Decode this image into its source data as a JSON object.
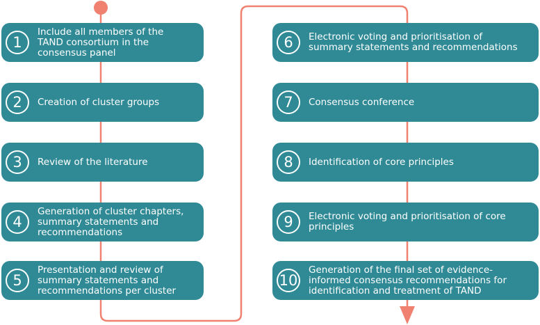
{
  "colors": {
    "box": "#2f8a96",
    "connector": "#f08070",
    "text": "#ffffff"
  },
  "steps": [
    {
      "num": "1",
      "text": "Include all members of the\nTAND consortium in the\nconsensus panel"
    },
    {
      "num": "2",
      "text": "Creation of cluster groups"
    },
    {
      "num": "3",
      "text": "Review of the literature"
    },
    {
      "num": "4",
      "text": "Generation of cluster chapters,\nsummary statements and\nrecommendations"
    },
    {
      "num": "5",
      "text": "Presentation and review of\nsummary statements and\nrecommendations per cluster"
    },
    {
      "num": "6",
      "text": "Electronic voting and prioritisation of\nsummary statements and recommendations"
    },
    {
      "num": "7",
      "text": "Consensus conference"
    },
    {
      "num": "8",
      "text": "Identification of core principles"
    },
    {
      "num": "9",
      "text": "Electronic voting and prioritisation of core\nprinciples"
    },
    {
      "num": "10",
      "text": "Generation of the final set of evidence-\ninformed consensus recommendations for\nidentification and treatment of TAND"
    }
  ]
}
